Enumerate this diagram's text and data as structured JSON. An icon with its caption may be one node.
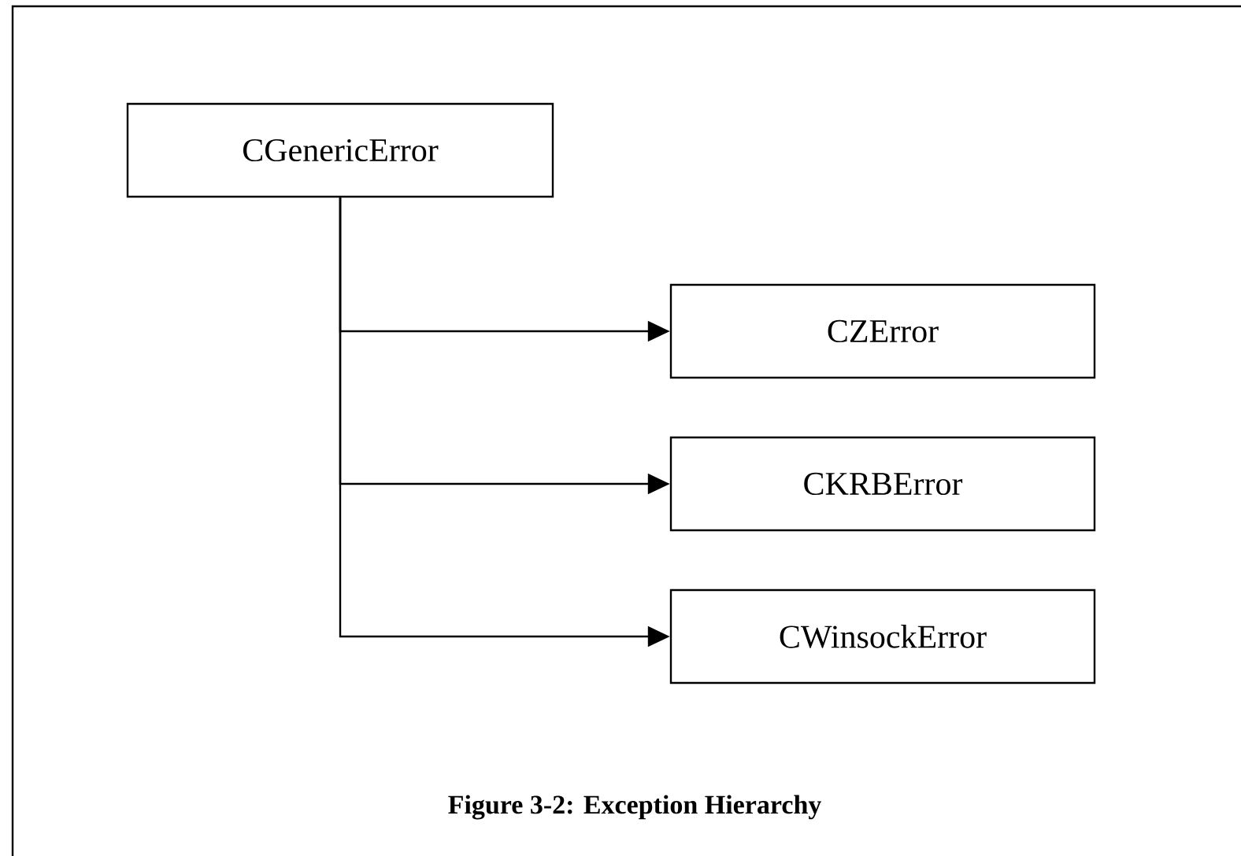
{
  "diagram": {
    "caption": "Figure 3-2: Exception Hierarchy",
    "nodes": [
      {
        "text": [
          "CGenericError"
        ]
      },
      {
        "text": [
          "CZError"
        ]
      },
      {
        "text": [
          "CKRBError"
        ]
      },
      {
        "text": [
          "CWinsockError"
        ]
      }
    ],
    "edges": [
      {
        "from": 0,
        "to": 1,
        "arrow": "to"
      },
      {
        "from": 0,
        "to": 2,
        "arrow": "to"
      },
      {
        "from": 0,
        "to": 3,
        "arrow": "to"
      }
    ]
  }
}
